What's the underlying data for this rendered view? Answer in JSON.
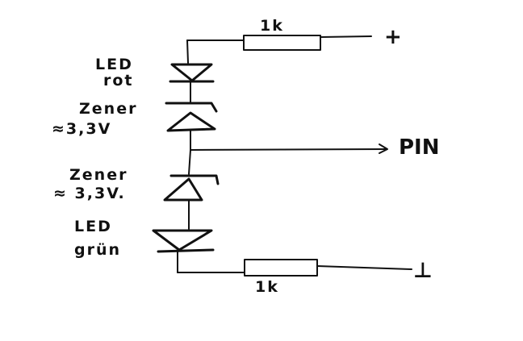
{
  "labels": {
    "resistor_top": "1k",
    "resistor_bottom": "1k",
    "plus": "+",
    "pin": "PIN",
    "ground": "⊥",
    "led_red_line1": "LED",
    "led_red_line2": "rot",
    "zener1_line1": "Zener",
    "zener1_line2": "≈3,3V",
    "zener2_line1": "Zener",
    "zener2_line2": "≈ 3,3V.",
    "led_green_line1": "LED",
    "led_green_line2": "grün"
  }
}
